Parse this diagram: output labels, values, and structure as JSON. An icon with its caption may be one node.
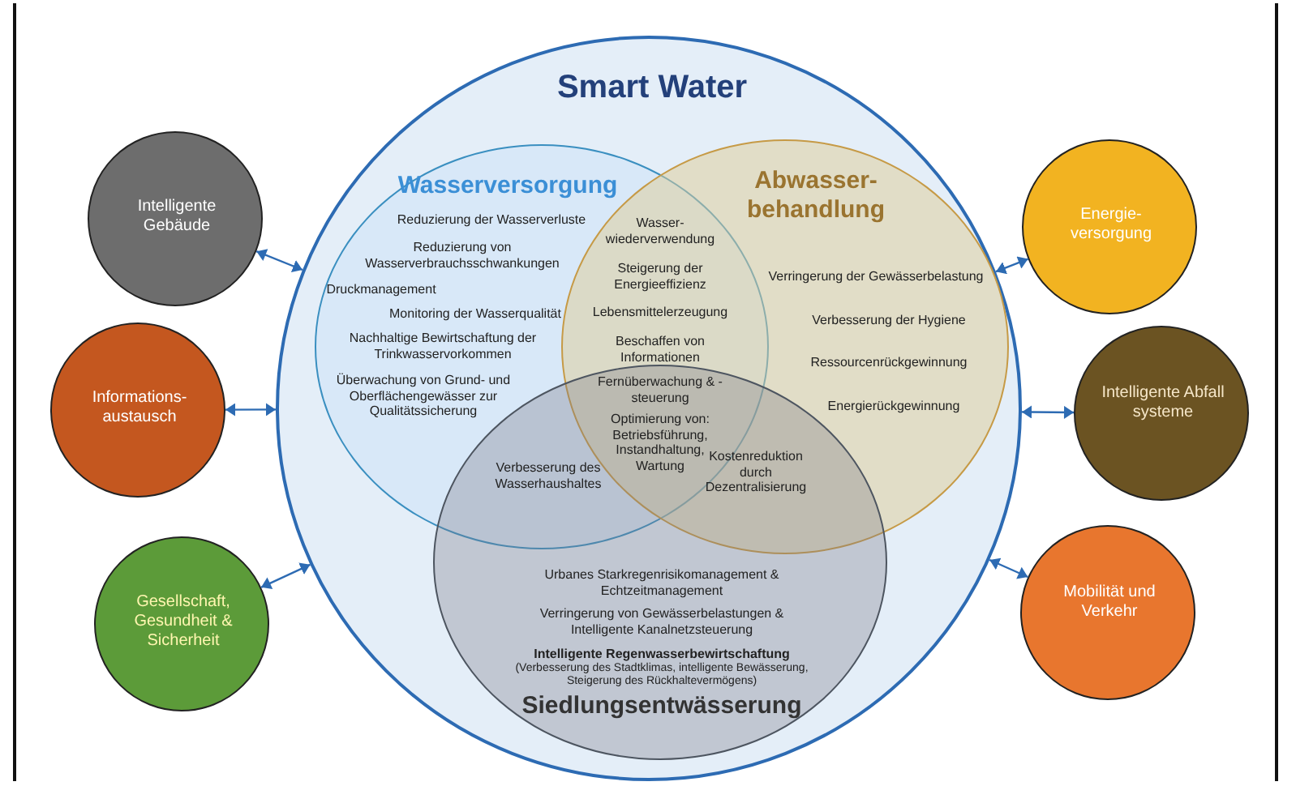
{
  "diagram": {
    "nodes": [
      {
        "text": [
          "Smart Water"
        ]
      },
      {
        "text": [
          "Wasserversorgung",
          "Reduzierung der Wasserverluste",
          "Reduzierung von Wasserverbrauchsschwankungen",
          "Druckmanagement",
          "Monitoring der Wasserqualität",
          "Nachhaltige Bewirtschaftung der Trinkwasservorkommen",
          "Überwachung von Grund- und Oberflächengewässer zur Qualitätssicherung"
        ],
        "in": 0
      },
      {
        "text": [
          "Abwasser- behandlung",
          "Verringerung der Gewässerbelastung",
          "Verbesserung der Hygiene",
          "Ressourcenrückgewinnung",
          "Energierückgewinnung"
        ],
        "in": 0
      },
      {
        "text": [
          "Urbanes Starkregenrisikomanagement & Echtzeitmanagement",
          "Verringerung von Gewässerbelastungen & Intelligente Kanalnetzsteuerung",
          "Intelligente Regenwasserbewirtschaftung",
          "(Verbesserung des Stadtklimas, intelligente Bewässerung, Steigerung des Rückhaltevermögens)",
          "Siedlungsentwässerung"
        ],
        "in": 0
      },
      {
        "text": [
          "Intelligente Gebäude"
        ]
      },
      {
        "text": [
          "Informations- austausch"
        ]
      },
      {
        "text": [
          "Gesellschaft, Gesundheit & Sicherheit"
        ]
      },
      {
        "text": [
          "Energie- versorgung"
        ]
      },
      {
        "text": [
          "Intelligente Abfall systeme"
        ]
      },
      {
        "text": [
          "Mobilität und Verkehr"
        ]
      }
    ],
    "edges": [
      {
        "from": 4,
        "to": 0,
        "arrow": "both"
      },
      {
        "from": 5,
        "to": 0,
        "arrow": "both"
      },
      {
        "from": 6,
        "to": 0,
        "arrow": "both"
      },
      {
        "from": 7,
        "to": 0,
        "arrow": "both"
      },
      {
        "from": 8,
        "to": 0,
        "arrow": "both"
      },
      {
        "from": 9,
        "to": 0,
        "arrow": "both"
      }
    ],
    "labels": [
      "Wasser- wiederverwendung",
      "Steigerung der Energieeffizienz",
      "Lebensmittelerzeugung",
      "Beschaffen von Informationen",
      "Fernüberwachung & -steuerung",
      "Optimierung von: Betriebsführung, Instandhaltung, Wartung",
      "Verbesserung des Wasserhaushaltes",
      "Kostenreduktion durch Dezentralisierung"
    ]
  }
}
